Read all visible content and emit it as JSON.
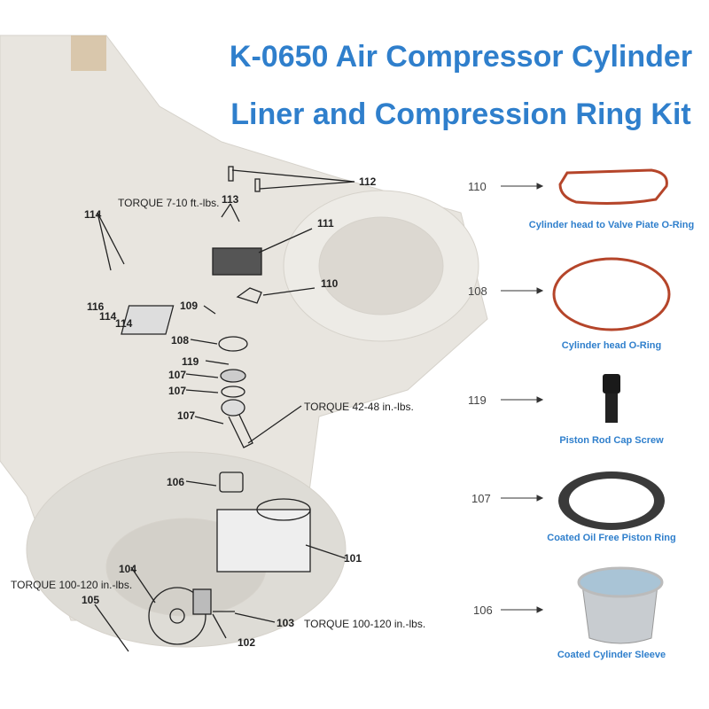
{
  "title": {
    "line1": "K-0650 Air Compressor Cylinder",
    "line2": "Liner and Compression Ring Kit"
  },
  "diagram_labels": {
    "l112": "112",
    "torque1": "TORQUE  7-10 ft.-lbs.",
    "l113": "113",
    "l114a": "114",
    "l111": "111",
    "l110": "110",
    "l116": "116",
    "l114b": "114",
    "l114c": "114",
    "l109": "109",
    "l108": "108",
    "l119": "119",
    "l107a": "107",
    "l107b": "107",
    "l107c": "107",
    "torque2": "TORQUE  42-48 in.-lbs.",
    "l106": "106",
    "l101": "101",
    "l104": "104",
    "torque3": "TORQUE  100-120 in.-lbs.",
    "l105": "105",
    "l103": "103",
    "torque4": "TORQUE  100-120 in.-lbs.",
    "l102": "102"
  },
  "parts": [
    {
      "number": "110",
      "caption": "Cylinder head to Valve Piate O-Ring"
    },
    {
      "number": "108",
      "caption": "Cylinder head O-Ring"
    },
    {
      "number": "119",
      "caption": "Piston Rod Cap Screw"
    },
    {
      "number": "107",
      "caption": "Coated Oil Free Piston Ring"
    },
    {
      "number": "106",
      "caption": "Coated Cylinder Sleeve"
    }
  ],
  "colors": {
    "title": "#2f7fcc",
    "oring": "#b5452a"
  }
}
